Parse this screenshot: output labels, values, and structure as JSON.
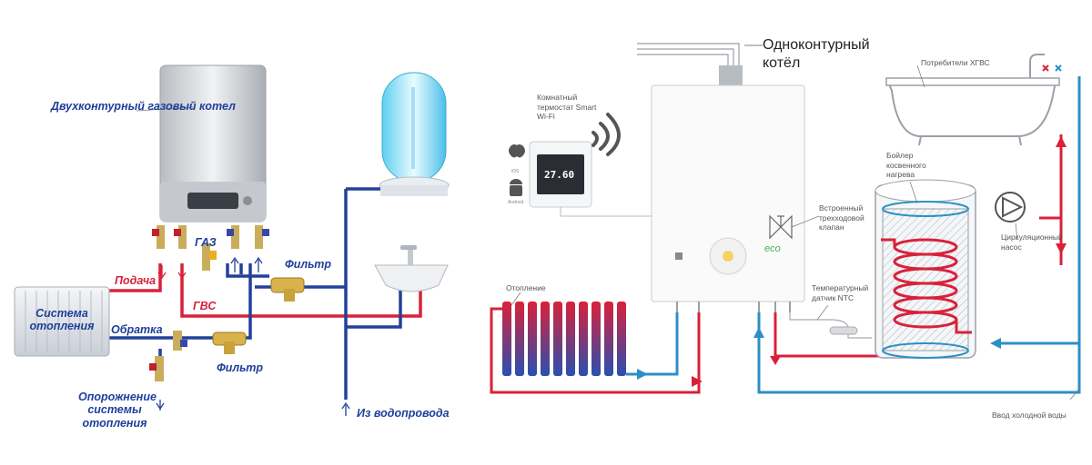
{
  "left": {
    "boiler_label": "Двухконтурный газовый котел",
    "gas_label": "ГАЗ",
    "supply_label": "Подача",
    "dhw_label": "ГВС",
    "filter_top_label": "Фильтр",
    "heating_system_label": "Система отопления",
    "return_label": "Обратка",
    "filter_bottom_label": "Фильтр",
    "drain_label": "Опорожнение системы отопления",
    "water_main_label": "Из водопровода"
  },
  "right": {
    "boiler_label": "Одноконтурный котёл",
    "thermostat_label": "Комнатный термостат Smart Wi-Fi",
    "thermostat_display": "27.60",
    "ios_label": "iOS",
    "android_label": "Android",
    "valve_label": "Встроенный трехходовой клапан",
    "eco_label": "eco",
    "heating_label": "Отопление",
    "ntc_label": "Температурный датчик NTC",
    "dhw_consumers_label": "Потребители ХГВС",
    "indirect_boiler_label": "Бойлер косвенного нагрева",
    "pump_label": "Циркуляционный насос",
    "cold_water_label": "Ввод холодной воды"
  },
  "colors": {
    "hot": "#d9213a",
    "cold": "#23409a",
    "cold_light": "#2c8fc7",
    "label_blue": "#1f3f9a"
  }
}
